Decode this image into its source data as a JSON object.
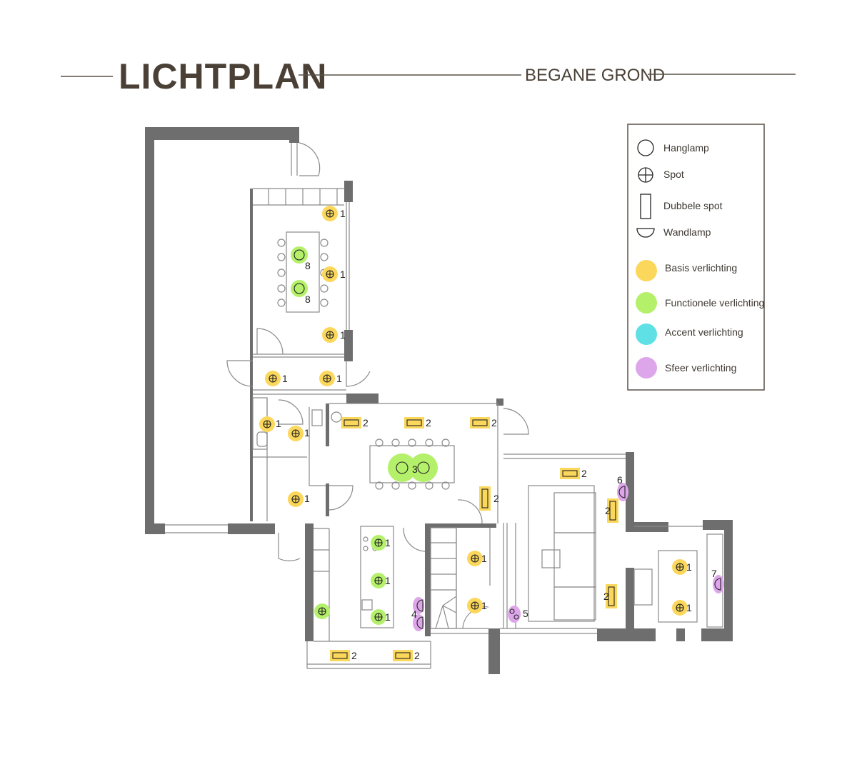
{
  "header": {
    "title": "LICHTPLAN",
    "subtitle": "BEGANE GROND"
  },
  "legend": {
    "symbols": [
      {
        "icon": "hanglamp-icon",
        "label": "Hanglamp"
      },
      {
        "icon": "spot-icon",
        "label": "Spot"
      },
      {
        "icon": "dubbele-spot-icon",
        "label": "Dubbele spot"
      },
      {
        "icon": "wandlamp-icon",
        "label": "Wandlamp"
      }
    ],
    "categories": [
      {
        "label": "Basis verlichting",
        "color": "#fbd75b"
      },
      {
        "label": "Functionele verlichting",
        "color": "#b4f06a"
      },
      {
        "label": "Accent verlichting",
        "color": "#5fe0e4"
      },
      {
        "label": "Sfeer verlichting",
        "color": "#dea6ea"
      }
    ]
  },
  "fixtures": [
    {
      "type": "spot",
      "category": "basis",
      "number": "1"
    },
    {
      "type": "spot",
      "category": "basis",
      "number": "1"
    },
    {
      "type": "spot",
      "category": "basis",
      "number": "1"
    },
    {
      "type": "hanglamp",
      "category": "functioneel",
      "number": "8"
    },
    {
      "type": "hanglamp",
      "category": "functioneel",
      "number": "8"
    },
    {
      "type": "spot",
      "category": "basis",
      "number": "1"
    },
    {
      "type": "spot",
      "category": "basis",
      "number": "1"
    },
    {
      "type": "spot",
      "category": "basis",
      "number": "1"
    },
    {
      "type": "spot",
      "category": "basis",
      "number": "1"
    },
    {
      "type": "spot",
      "category": "basis",
      "number": "1"
    },
    {
      "type": "dubbele-spot",
      "category": "basis",
      "number": "2"
    },
    {
      "type": "dubbele-spot",
      "category": "basis",
      "number": "2"
    },
    {
      "type": "dubbele-spot",
      "category": "basis",
      "number": "2"
    },
    {
      "type": "hanglamp-duo",
      "category": "functioneel",
      "number": "3"
    },
    {
      "type": "dubbele-spot",
      "category": "basis",
      "number": "2"
    },
    {
      "type": "dubbele-spot",
      "category": "basis",
      "number": "2"
    },
    {
      "type": "wandlamp",
      "category": "sfeer",
      "number": "6"
    },
    {
      "type": "dubbele-spot",
      "category": "basis",
      "number": "2"
    },
    {
      "type": "spot",
      "category": "functioneel",
      "number": "1"
    },
    {
      "type": "spot",
      "category": "functioneel",
      "number": "1"
    },
    {
      "type": "spot",
      "category": "functioneel",
      "number": "1"
    },
    {
      "type": "spot",
      "category": "functioneel",
      "number": ""
    },
    {
      "type": "wandlamp-duo",
      "category": "sfeer",
      "number": "4"
    },
    {
      "type": "spot",
      "category": "basis",
      "number": "1"
    },
    {
      "type": "spot",
      "category": "basis",
      "number": "1"
    },
    {
      "type": "hanglamp-small",
      "category": "sfeer",
      "number": "5"
    },
    {
      "type": "dubbele-spot",
      "category": "basis",
      "number": "2"
    },
    {
      "type": "spot",
      "category": "basis",
      "number": "1"
    },
    {
      "type": "spot",
      "category": "basis",
      "number": "1"
    },
    {
      "type": "wandlamp",
      "category": "sfeer",
      "number": "7"
    },
    {
      "type": "dubbele-spot",
      "category": "basis",
      "number": "2"
    },
    {
      "type": "dubbele-spot",
      "category": "basis",
      "number": "2"
    }
  ]
}
